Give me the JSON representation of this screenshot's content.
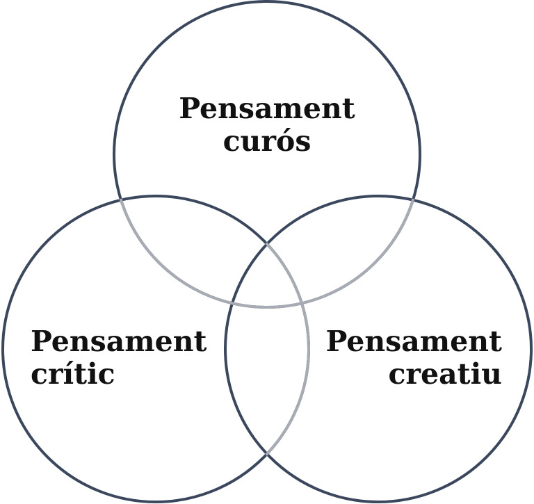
{
  "colors": {
    "outline": "#3a475c",
    "overlap_outline": "#a7abb3",
    "label": "#111111",
    "background": "#ffffff"
  },
  "circles": {
    "top": {
      "line1": "Pensament",
      "line2": "curós"
    },
    "left": {
      "line1": "Pensament",
      "line2": "crític"
    },
    "right": {
      "line1": "Pensament",
      "line2": "creatiu"
    }
  }
}
